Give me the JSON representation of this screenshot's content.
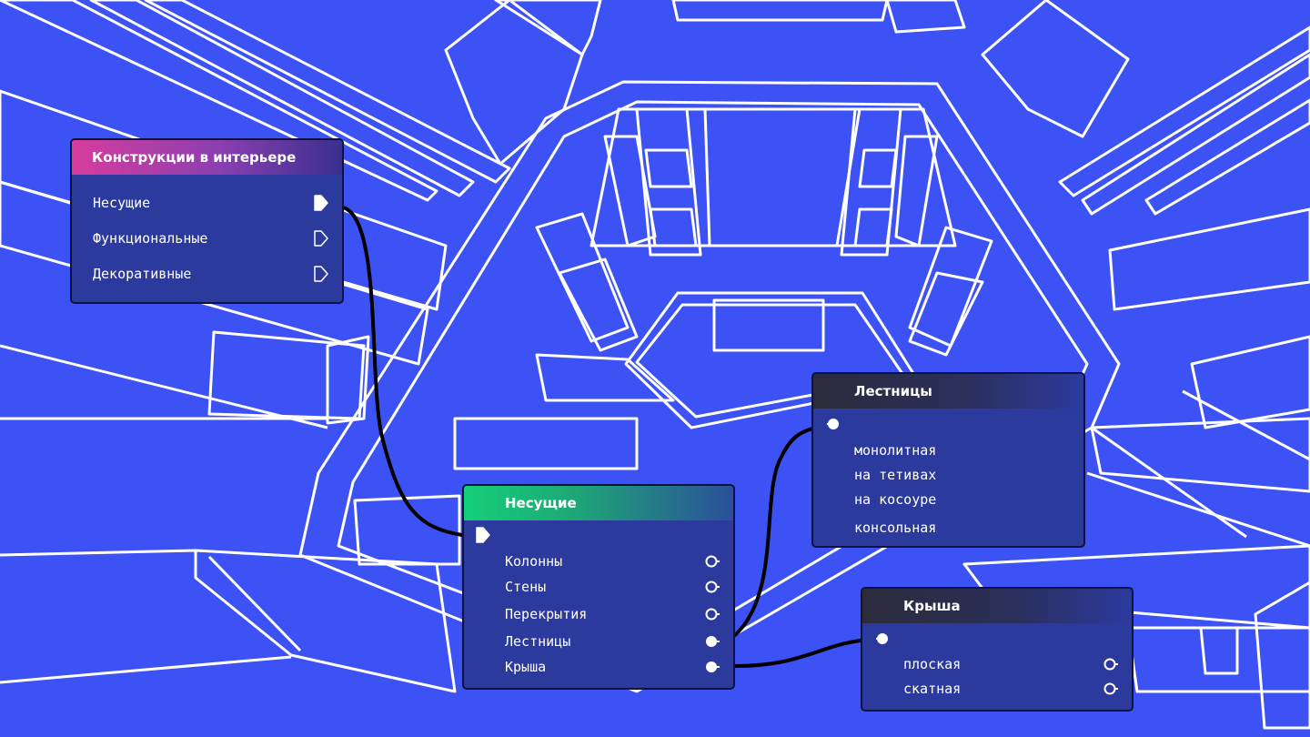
{
  "nodes": {
    "constructions": {
      "title": "Конструкции в интерьере",
      "items": [
        "Несущие",
        "Функциональные",
        "Декоративные"
      ]
    },
    "load_bearing": {
      "title": "Несущие",
      "items": [
        "Колонны",
        "Стены",
        "Перекрытия",
        "Лестницы",
        "Крыша"
      ]
    },
    "stairs": {
      "title": "Лестницы",
      "items": [
        "монолитная",
        "на тетивах",
        "на косоуре",
        "консольная"
      ]
    },
    "roof": {
      "title": "Крыша",
      "items": [
        "плоская",
        "скатная"
      ]
    }
  },
  "colors": {
    "background": "#3d52f5",
    "node_body": "#2c3a9e",
    "wire": "#000000",
    "line_art": "#ffffff"
  }
}
